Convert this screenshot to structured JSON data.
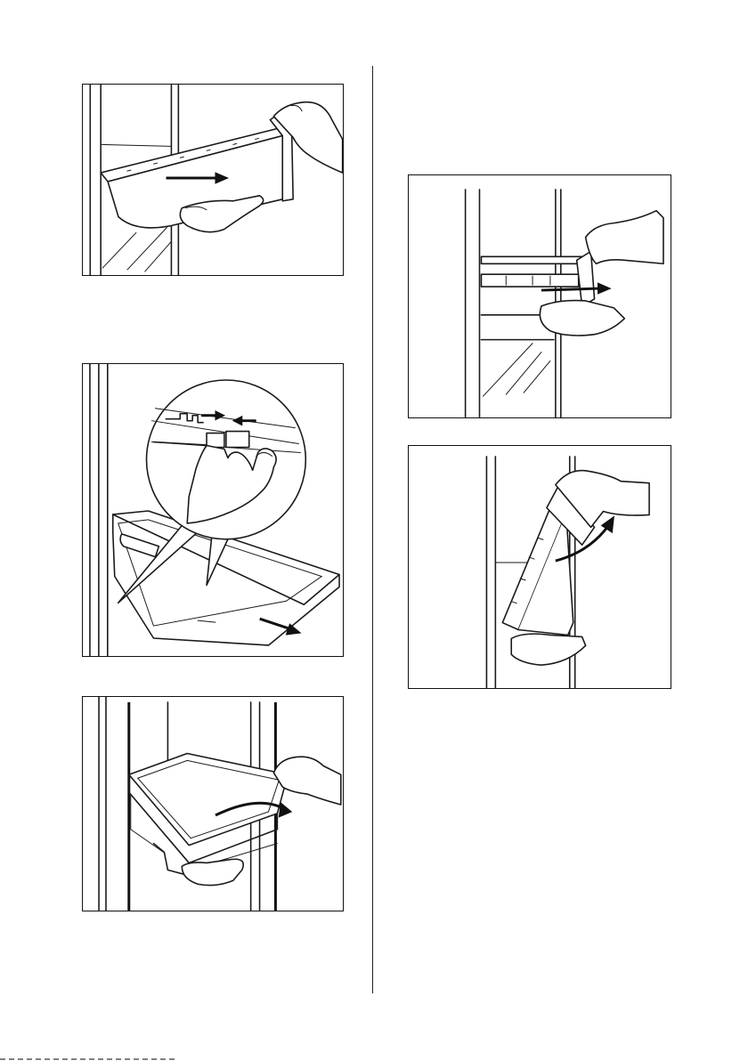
{
  "figures": [
    {
      "id": "fig-1",
      "description_icon": "drawer-pull-out-illustration"
    },
    {
      "id": "fig-2",
      "description_icon": "drawer-release-clips-illustration"
    },
    {
      "id": "fig-3",
      "description_icon": "glass-shelf-tilt-illustration"
    },
    {
      "id": "fig-4",
      "description_icon": "drawer-front-pull-illustration"
    },
    {
      "id": "fig-5",
      "description_icon": "drawer-front-tilt-illustration"
    }
  ]
}
